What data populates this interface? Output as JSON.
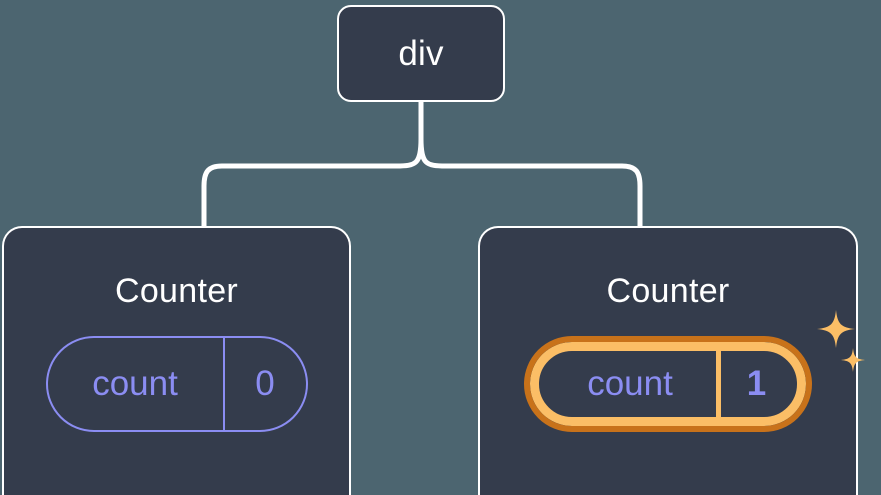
{
  "diagram": {
    "type": "component-tree",
    "title_text": "React component tree with highlighted state",
    "background_color": "#4c6570",
    "node_fill_color": "#343c4c",
    "node_border_color": "#ffffff",
    "connector_color": "#ffffff",
    "state_accent_color": "#8b8df2",
    "highlight_outer_color": "#c8721a",
    "highlight_inner_color": "#fbbe66"
  },
  "root": {
    "label": "div"
  },
  "children": [
    {
      "title": "Counter",
      "state": {
        "key": "count",
        "value": "0",
        "highlighted": false
      }
    },
    {
      "title": "Counter",
      "state": {
        "key": "count",
        "value": "1",
        "highlighted": true
      },
      "sparkle_icons": [
        {
          "name": "sparkle-large-icon",
          "color": "#fbbe66"
        },
        {
          "name": "sparkle-small-icon",
          "color": "#fbbe66"
        }
      ]
    }
  ]
}
